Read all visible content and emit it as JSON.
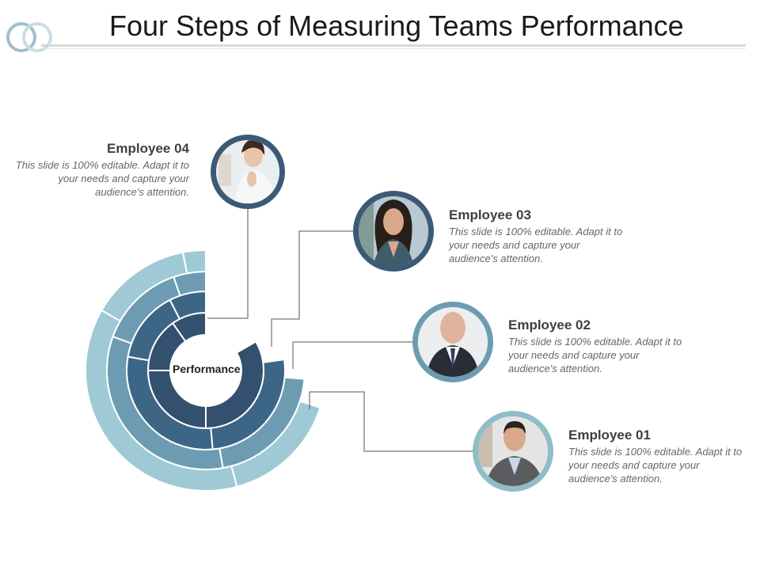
{
  "title": "Four Steps of Measuring Teams Performance",
  "center_label": "Performance",
  "colors": {
    "ring_1": "#33506e",
    "ring_2": "#3d6686",
    "ring_3": "#6d9cb2",
    "ring_4": "#9fcad5",
    "photo_border_dark": "#3c5a76",
    "photo_border_light": "#8fbdc8",
    "connector": "#555555"
  },
  "employees": [
    {
      "name": "Employee 04",
      "desc": "This slide is 100% editable. Adapt it to your needs and capture your audience's attention.",
      "icon": "person-photo-icon"
    },
    {
      "name": "Employee 03",
      "desc": "This slide is 100% editable. Adapt it to your needs and capture your audience's attention.",
      "icon": "person-photo-icon"
    },
    {
      "name": "Employee 02",
      "desc": "This slide is 100% editable. Adapt it to your needs and capture your audience's attention.",
      "icon": "person-photo-icon"
    },
    {
      "name": "Employee 01",
      "desc": "This slide is 100% editable. Adapt it to your needs and capture your audience's attention.",
      "icon": "person-photo-icon"
    }
  ]
}
